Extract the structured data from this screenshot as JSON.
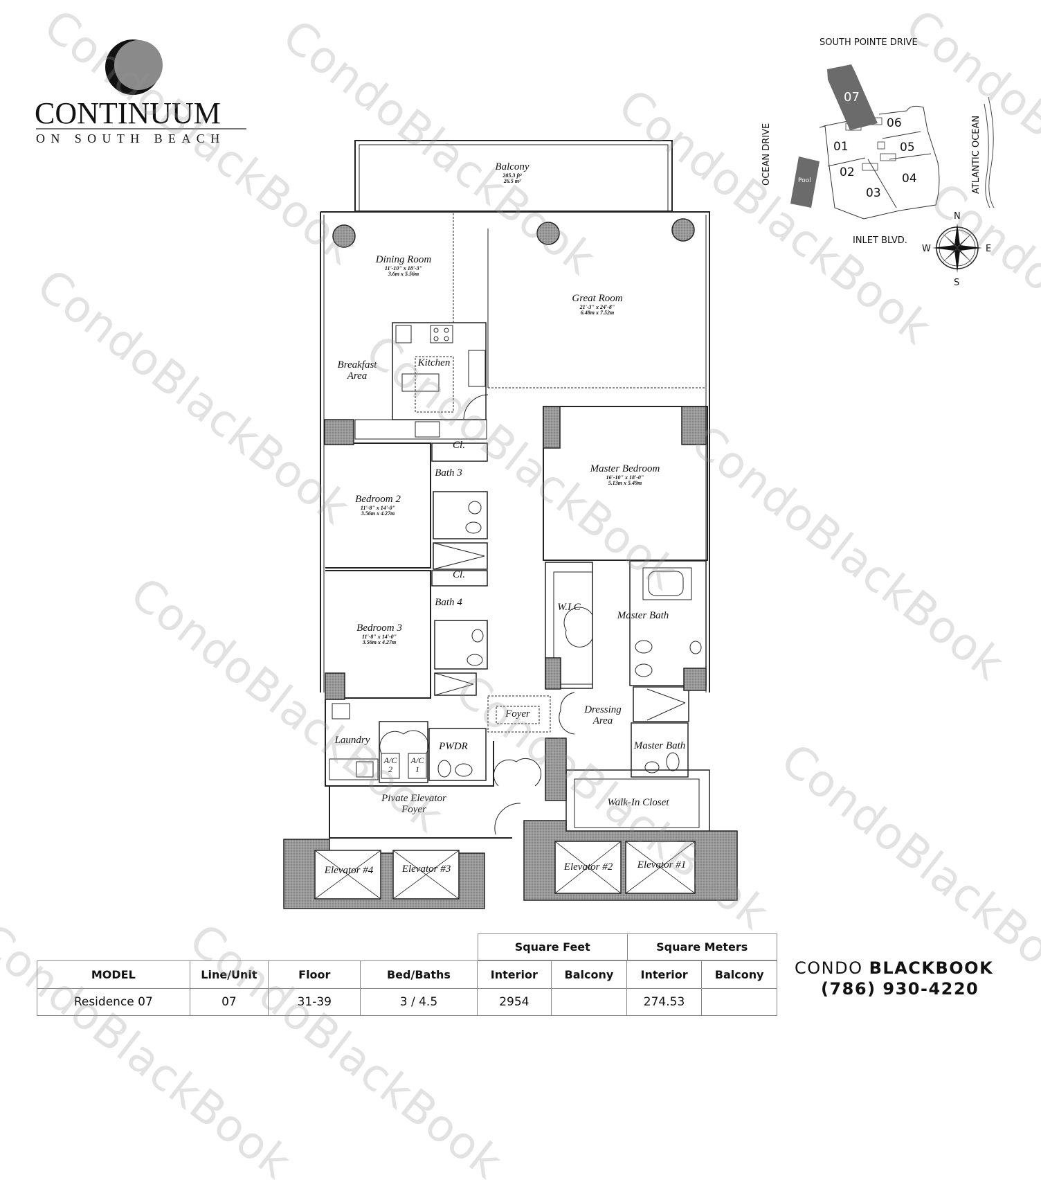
{
  "logo": {
    "title": "CONTINUUM",
    "subtitle": "ON SOUTH BEACH"
  },
  "key_plan": {
    "streets": {
      "north": "SOUTH POINTE DRIVE",
      "west": "OCEAN DRIVE",
      "south": "INLET BLVD.",
      "east": "ATLANTIC OCEAN"
    },
    "pool_label": "Pool",
    "units": [
      "01",
      "02",
      "03",
      "04",
      "05",
      "06",
      "07"
    ],
    "highlighted_unit": "07",
    "compass": {
      "n": "N",
      "s": "S",
      "e": "E",
      "w": "W"
    }
  },
  "floor_plan": {
    "rooms": [
      {
        "name": "Balcony",
        "dim_imperial": "285.3 ft²",
        "dim_metric": "26.5 m²"
      },
      {
        "name": "Dining Room",
        "dim_imperial": "11'-10\" x 18'-3\"",
        "dim_metric": "3.6m x 5.56m"
      },
      {
        "name": "Great Room",
        "dim_imperial": "21'-3\" x 24'-8\"",
        "dim_metric": "6.48m x 7.52m"
      },
      {
        "name": "Breakfast Area"
      },
      {
        "name": "Kitchen"
      },
      {
        "name": "Master Bedroom",
        "dim_imperial": "16'-10\" x 18'-0\"",
        "dim_metric": "5.13m x 5.49m"
      },
      {
        "name": "Bedroom 2",
        "dim_imperial": "11'-8\" x 14'-0\"",
        "dim_metric": "3.56m x 4.27m"
      },
      {
        "name": "Bedroom 3",
        "dim_imperial": "11'-8\" x 14'-0\"",
        "dim_metric": "3.56m x 4.27m"
      },
      {
        "name": "Cl."
      },
      {
        "name": "Bath 3"
      },
      {
        "name": "Cl."
      },
      {
        "name": "Bath 4"
      },
      {
        "name": "W.I.C"
      },
      {
        "name": "Master Bath"
      },
      {
        "name": "Dressing Area"
      },
      {
        "name": "Master Bath"
      },
      {
        "name": "Foyer"
      },
      {
        "name": "Laundry"
      },
      {
        "name": "A/C 2"
      },
      {
        "name": "A/C 1"
      },
      {
        "name": "PWDR"
      },
      {
        "name": "Pivate Elevator Foyer"
      },
      {
        "name": "Walk-In Closet"
      },
      {
        "name": "Elevator #4"
      },
      {
        "name": "Elevator #3"
      },
      {
        "name": "Elevator #2"
      },
      {
        "name": "Elevator #1"
      }
    ]
  },
  "spec_table": {
    "group_headers": {
      "sqft": "Square Feet",
      "sqm": "Square Meters"
    },
    "columns": [
      "MODEL",
      "Line/Unit",
      "Floor",
      "Bed/Baths",
      "Interior",
      "Balcony",
      "Interior",
      "Balcony"
    ],
    "row": {
      "model": "Residence 07",
      "line_unit": "07",
      "floor": "31-39",
      "bed_baths": "3 / 4.5",
      "sqft_interior": "2954",
      "sqft_balcony": "",
      "sqm_interior": "274.53",
      "sqm_balcony": ""
    }
  },
  "brand": {
    "name_light": "CONDO ",
    "name_bold": "BLACKBOOK",
    "phone": "(786) 930-4220"
  },
  "watermark": "CondoBlackBook"
}
